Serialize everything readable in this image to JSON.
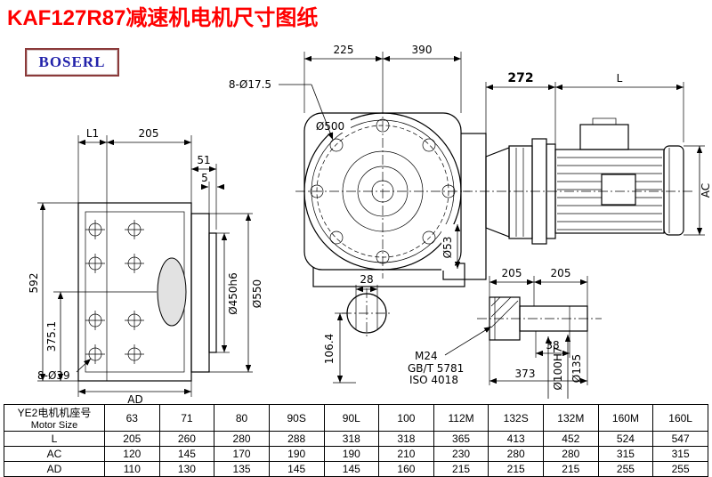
{
  "title": "KAF127R87减速机电机尺寸图纸",
  "logo": "BOSERL",
  "dims": {
    "front_top_left": "225",
    "front_top_right": "390",
    "front_bolt_holes": "8-Ø17.5",
    "front_flange_dia": "Ø500",
    "motor_adapter_len": "272",
    "motor_len": "L",
    "motor_height": "AC",
    "side_l1": "L1",
    "side_205": "205",
    "side_51": "51",
    "side_5": "5",
    "side_height": "592",
    "side_shaft_height": "375.1",
    "side_bolt_holes": "8-Ø39",
    "side_ad": "AD",
    "side_spigot": "Ø450h6",
    "side_flange_od": "Ø550",
    "key_width": "28",
    "shaft_center_height": "106.4",
    "shaft_dia": "Ø53",
    "detail_len_a": "205",
    "detail_len_b": "205",
    "detail_38": "38",
    "detail_373": "373",
    "detail_thread": "M24",
    "detail_std1": "GB/T 5781",
    "detail_std2": "ISO 4018",
    "detail_bore": "Ø100H7",
    "detail_hub_od": "Ø135"
  },
  "table": {
    "col0_line1": "YE2电机机座号",
    "col0_line2": "Motor Size",
    "columns": [
      "63",
      "71",
      "80",
      "90S",
      "90L",
      "100",
      "112M",
      "132S",
      "132M",
      "160M",
      "160L"
    ],
    "rows": [
      {
        "label": "L",
        "values": [
          "205",
          "260",
          "280",
          "288",
          "318",
          "318",
          "365",
          "413",
          "452",
          "524",
          "547"
        ]
      },
      {
        "label": "AC",
        "values": [
          "120",
          "145",
          "170",
          "190",
          "190",
          "210",
          "230",
          "280",
          "280",
          "315",
          "315"
        ]
      },
      {
        "label": "AD",
        "values": [
          "110",
          "130",
          "135",
          "145",
          "145",
          "160",
          "215",
          "215",
          "215",
          "255",
          "255"
        ]
      }
    ]
  }
}
